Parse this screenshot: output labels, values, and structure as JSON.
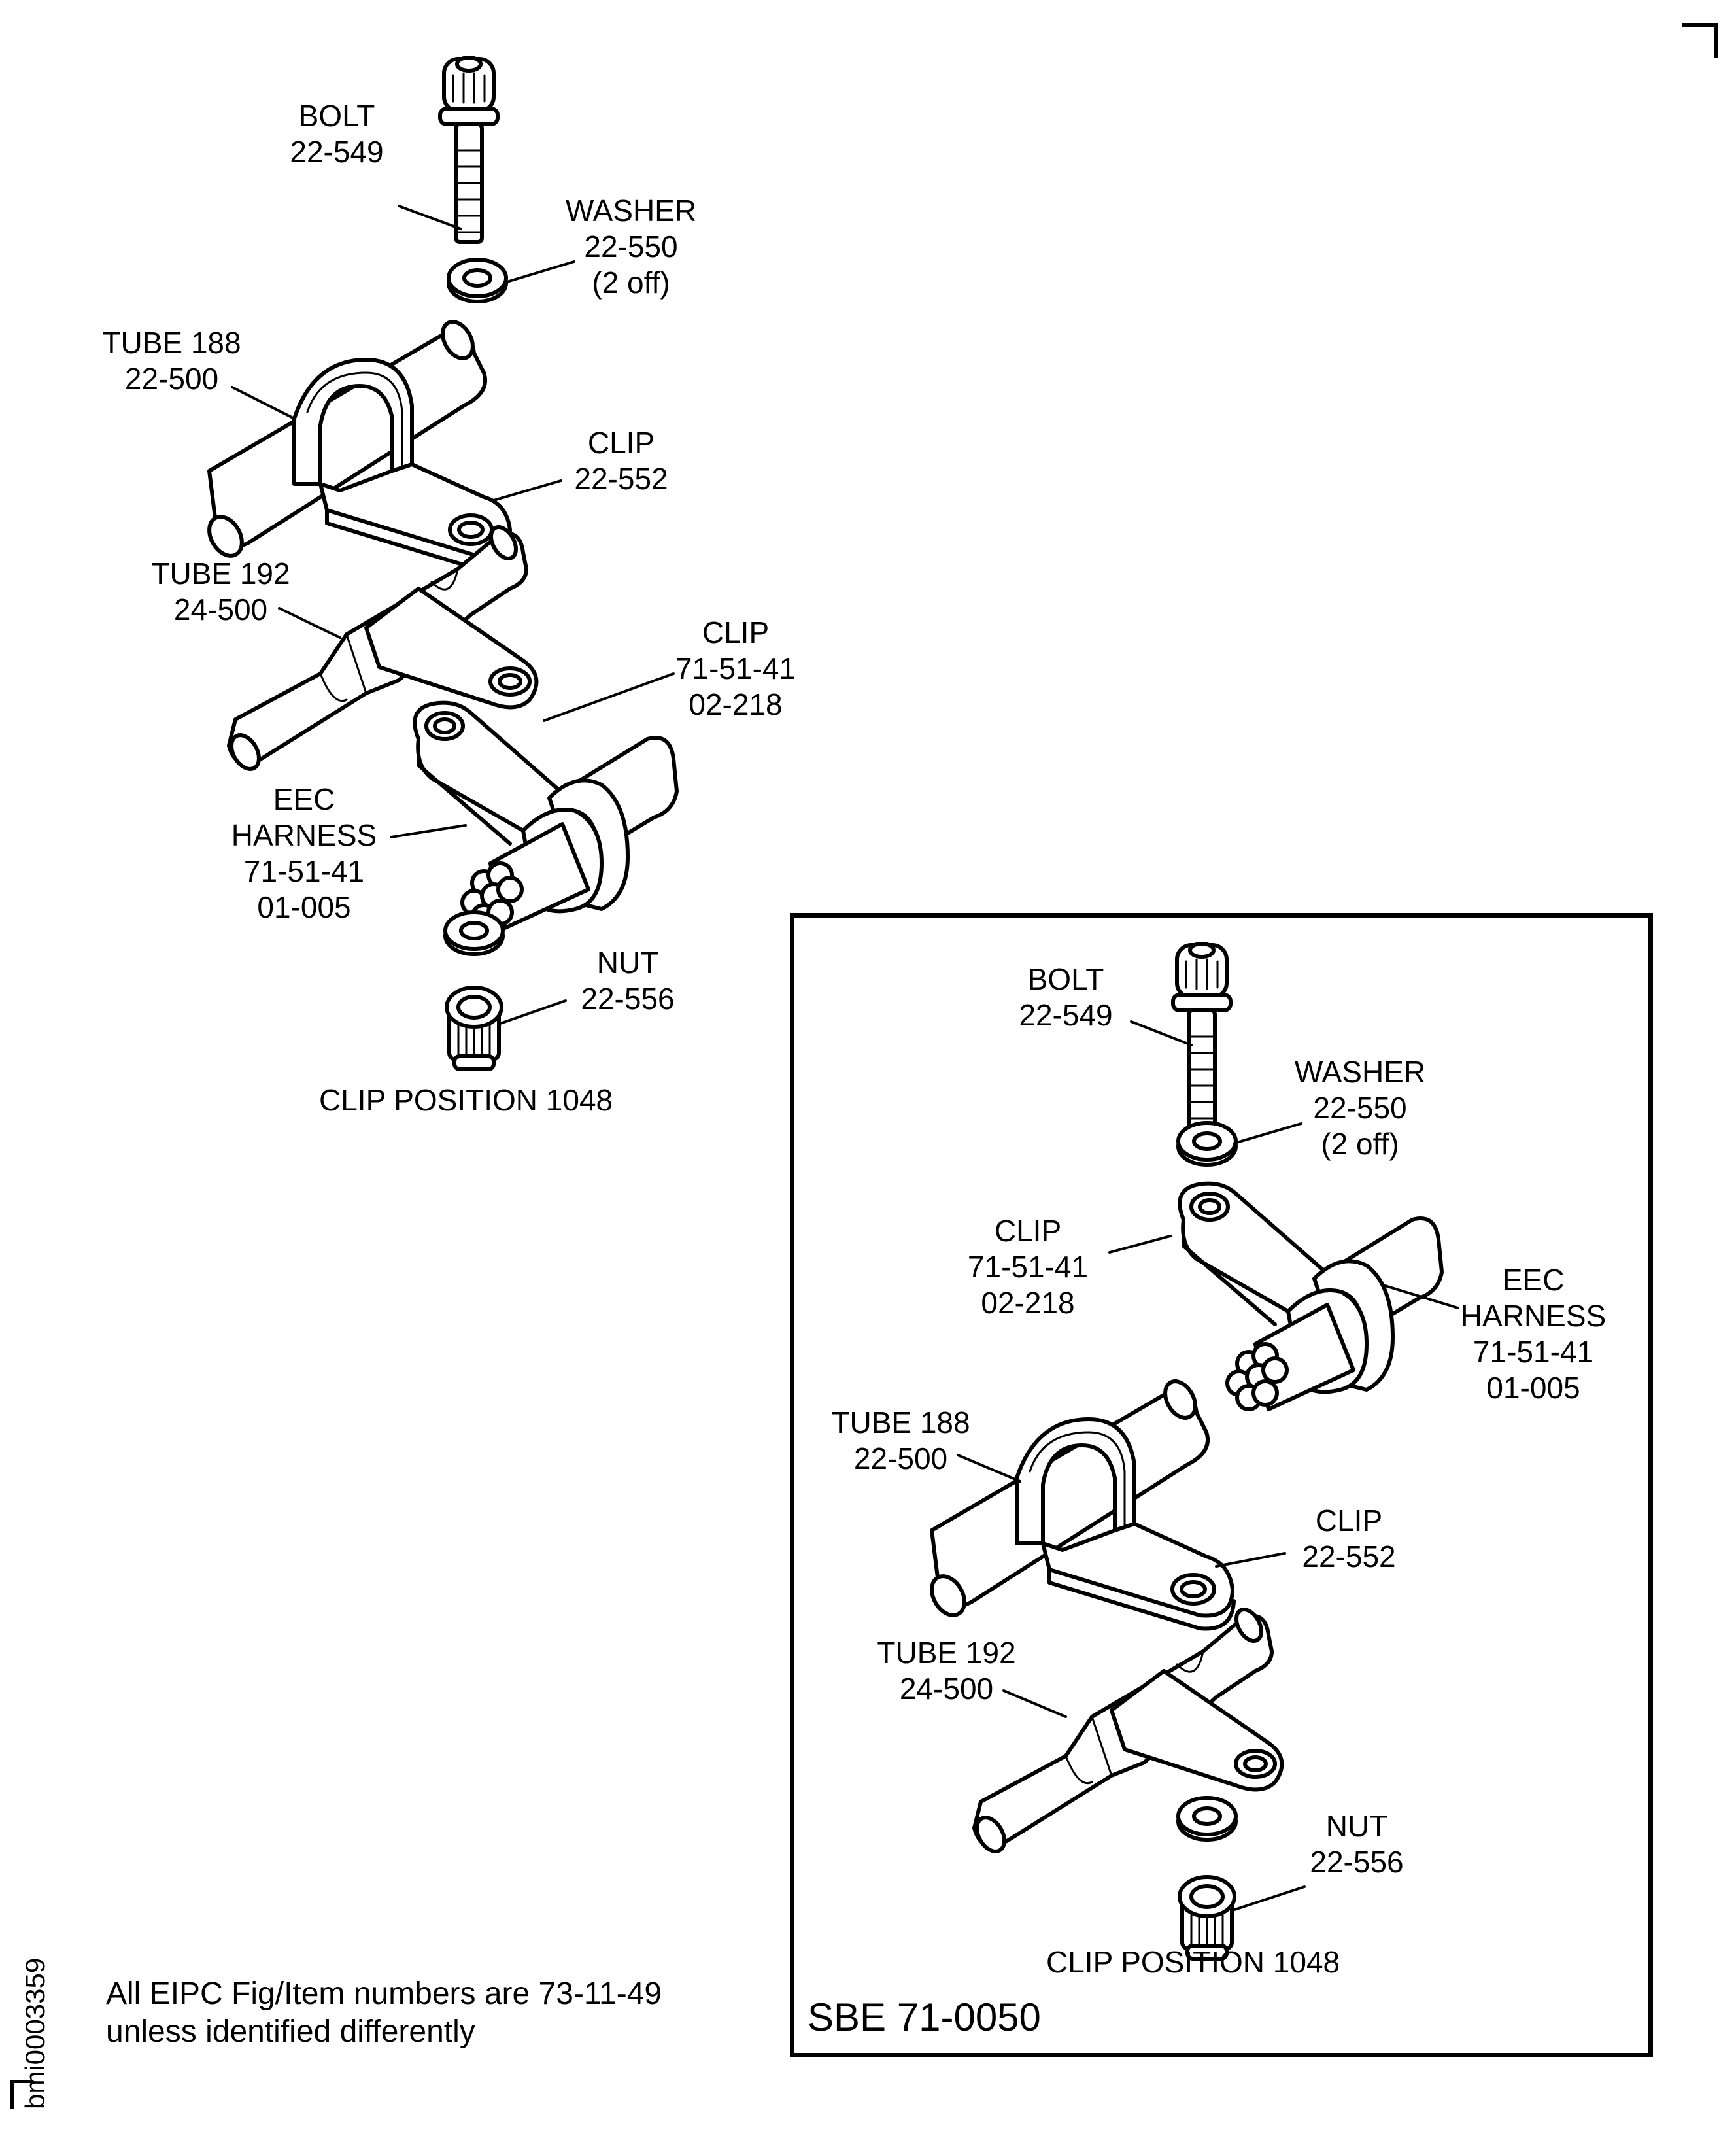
{
  "figure_id": "bmi0003359",
  "note": {
    "line1": "All EIPC Fig/Item numbers are 73-11-49",
    "line2": "unless identified differently"
  },
  "main_view": {
    "caption": "CLIP POSITION 1048",
    "labels": {
      "bolt": [
        "BOLT",
        "22-549"
      ],
      "washer": [
        "WASHER",
        "22-550",
        "(2 off)"
      ],
      "tube188": [
        "TUBE 188",
        "22-500"
      ],
      "clip552": [
        "CLIP",
        "22-552"
      ],
      "tube192": [
        "TUBE 192",
        "24-500"
      ],
      "clip218": [
        "CLIP",
        "71-51-41",
        "02-218"
      ],
      "harness": [
        "EEC",
        "HARNESS",
        "71-51-41",
        "01-005"
      ],
      "nut": [
        "NUT",
        "22-556"
      ]
    }
  },
  "inset_view": {
    "title": "SBE 71-0050",
    "caption": "CLIP POSITION 1048",
    "labels": {
      "bolt": [
        "BOLT",
        "22-549"
      ],
      "washer": [
        "WASHER",
        "22-550",
        "(2 off)"
      ],
      "clip218": [
        "CLIP",
        "71-51-41",
        "02-218"
      ],
      "harness": [
        "EEC",
        "HARNESS",
        "71-51-41",
        "01-005"
      ],
      "tube188": [
        "TUBE 188",
        "22-500"
      ],
      "clip552": [
        "CLIP",
        "22-552"
      ],
      "tube192": [
        "TUBE 192",
        "24-500"
      ],
      "nut": [
        "NUT",
        "22-556"
      ]
    }
  }
}
